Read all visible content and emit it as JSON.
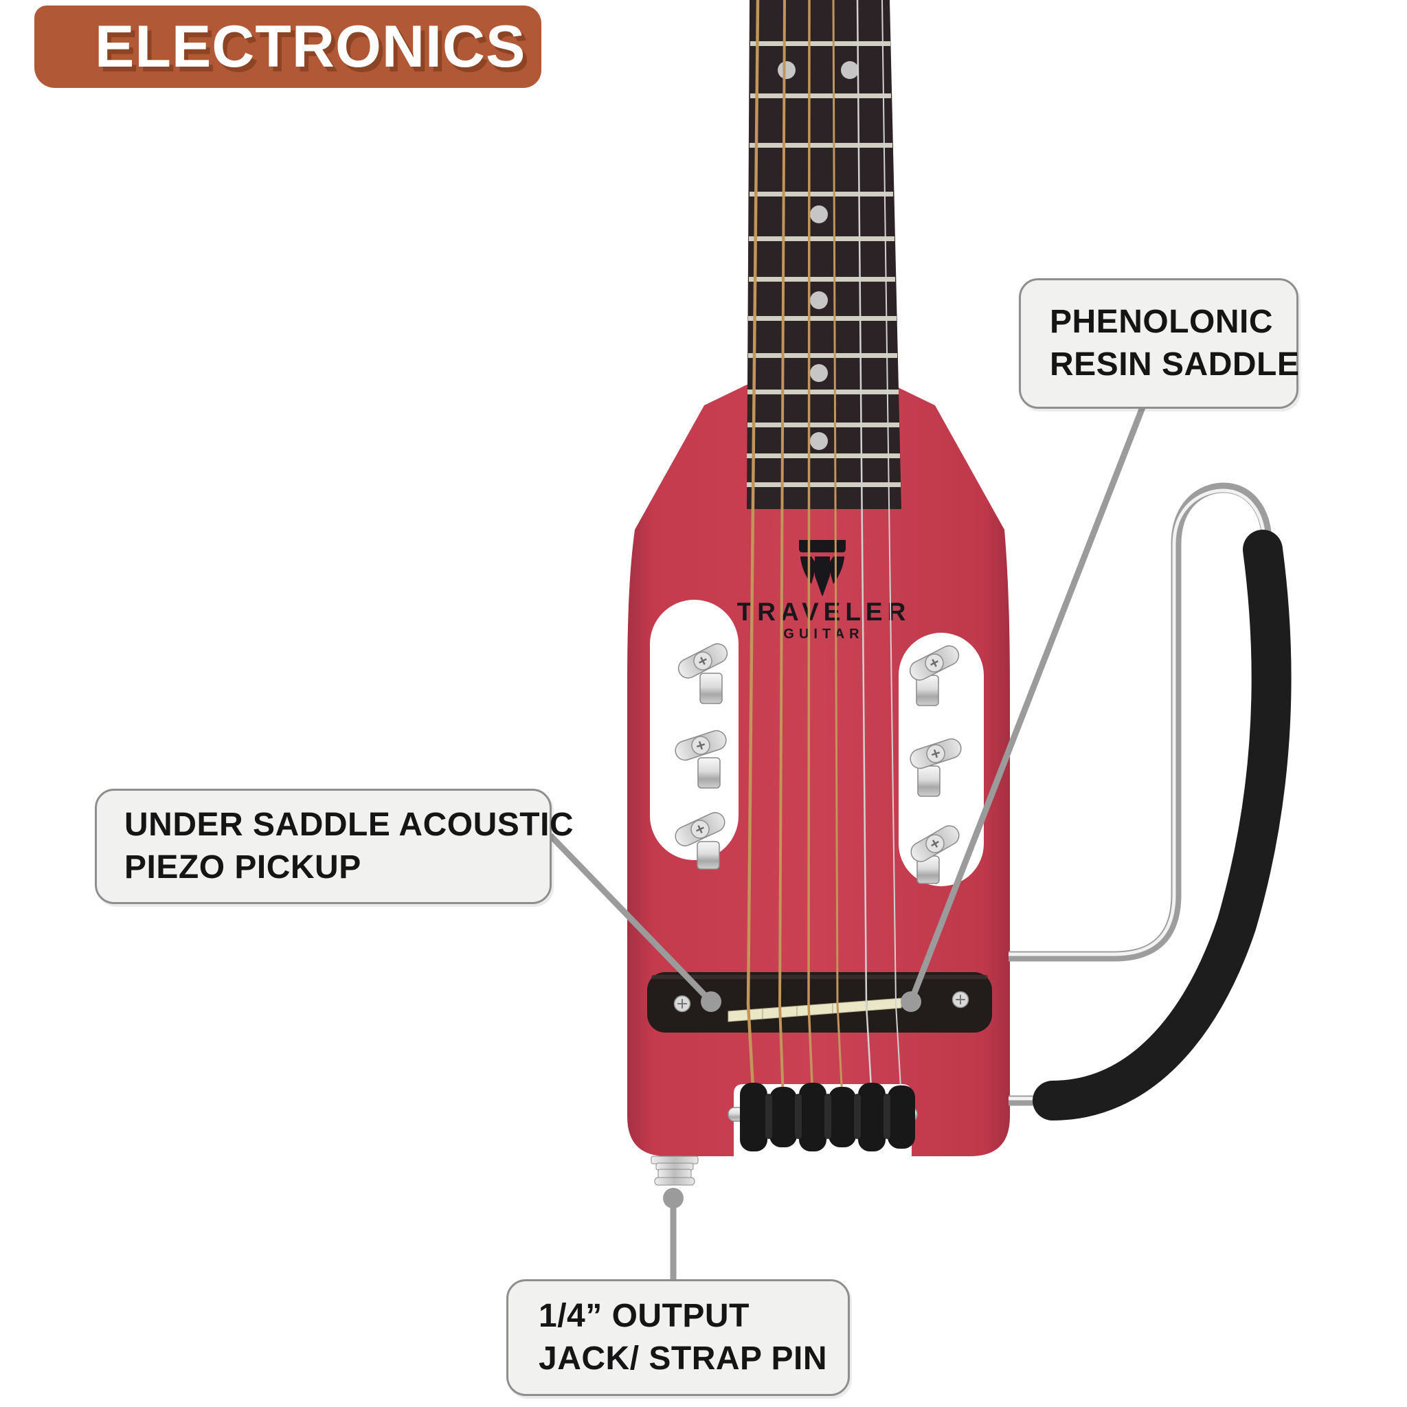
{
  "badge": {
    "label": "ELECTRONICS",
    "bg_color": "#b15836",
    "shadow_color": "#8c4425"
  },
  "callouts": {
    "saddle": {
      "line1": "PHENOLONIC",
      "line2": "RESIN SADDLE"
    },
    "pickup": {
      "line1": "UNDER SADDLE ACOUSTIC",
      "line2": "PIEZO PICKUP"
    },
    "jack": {
      "line1": "1/4” OUTPUT",
      "line2": "JACK/ STRAP PIN"
    }
  },
  "guitar": {
    "brand": "TRAVELER",
    "brand_sub": "GUITAR",
    "colors": {
      "body": "#c43b4d",
      "fretboard": "#2b2326",
      "fret": "#cfcfc2",
      "inlay_dot": "#c6c6c6",
      "string_bronze": "#c2955a",
      "string_steel": "#d2d2d2",
      "bridge": "#221c1a",
      "saddle": "#eae7c6",
      "foam": "#1d1d1d",
      "chrome": "#c9c9c9",
      "connector": "#9b9b9b",
      "logo": "#17171c"
    }
  }
}
